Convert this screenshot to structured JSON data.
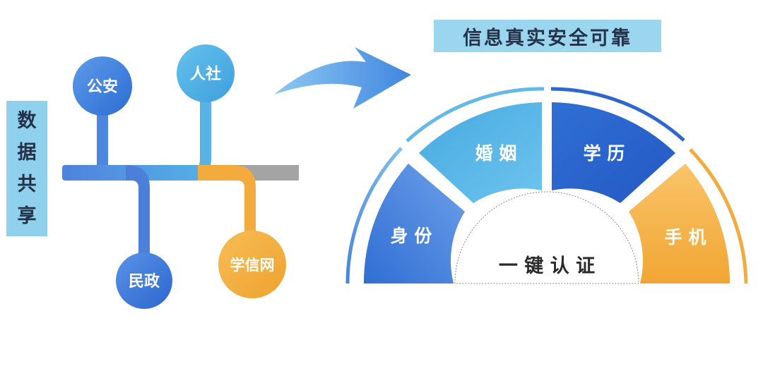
{
  "sidebar_label": [
    "数",
    "据",
    "共",
    "享"
  ],
  "headline": "信息真实安全可靠",
  "sources": {
    "gongan": "公安",
    "renshe": "人社",
    "minzheng": "民政",
    "xuexin": "学信网"
  },
  "segments": {
    "shenfen": "身 份",
    "hunyin": "婚 姻",
    "xueli": "学 历",
    "shouji": "手 机"
  },
  "center_label": "一 键 认 证",
  "colors": {
    "blue_light": "#5fb6e6",
    "blue_mid": "#4c8ee0",
    "blue_dark": "#2f6fd4",
    "orange": "#f2aa3a",
    "gray": "#a6a6a6",
    "label_bg": "#8fd0ec"
  }
}
